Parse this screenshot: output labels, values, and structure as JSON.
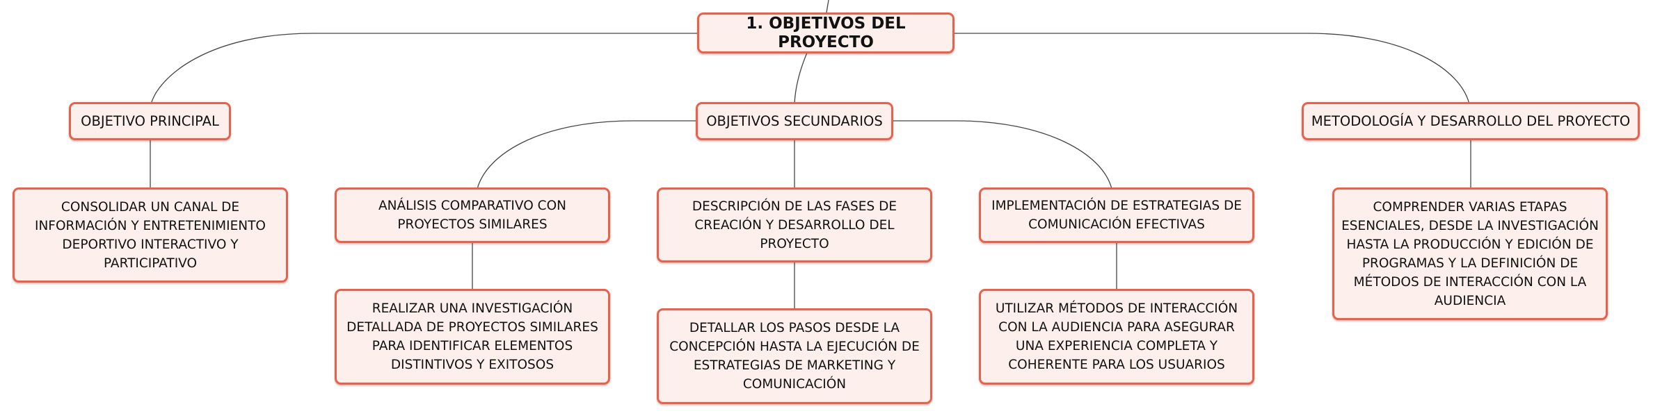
{
  "colors": {
    "border": "#e9604b",
    "fill": "#fdf0ec",
    "line": "#444444"
  },
  "diagram": {
    "root": "1. OBJETIVOS DEL PROYECTO",
    "branches": [
      {
        "label": "OBJETIVO PRINCIPAL",
        "children": [
          {
            "label": "CONSOLIDAR UN CANAL DE INFORMACIÓN Y ENTRETENIMIENTO DEPORTIVO INTERACTIVO Y PARTICIPATIVO"
          }
        ]
      },
      {
        "label": "OBJETIVOS SECUNDARIOS",
        "children": [
          {
            "label": "ANÁLISIS COMPARATIVO CON PROYECTOS SIMILARES",
            "child": "REALIZAR UNA INVESTIGACIÓN DETALLADA DE PROYECTOS SIMILARES PARA IDENTIFICAR ELEMENTOS DISTINTIVOS Y EXITOSOS"
          },
          {
            "label": "DESCRIPCIÓN DE LAS FASES DE CREACIÓN Y DESARROLLO DEL PROYECTO",
            "child": "DETALLAR LOS PASOS DESDE LA CONCEPCIÓN HASTA LA EJECUCIÓN DE ESTRATEGIAS DE MARKETING Y COMUNICACIÓN"
          },
          {
            "label": "IMPLEMENTACIÓN DE ESTRATEGIAS DE COMUNICACIÓN EFECTIVAS",
            "child": "UTILIZAR MÉTODOS DE INTERACCIÓN CON LA AUDIENCIA PARA ASEGURAR UNA EXPERIENCIA COMPLETA Y COHERENTE PARA LOS USUARIOS"
          }
        ]
      },
      {
        "label": "METODOLOGÍA Y DESARROLLO DEL PROYECTO",
        "children": [
          {
            "label": "COMPRENDER VARIAS ETAPAS ESENCIALES, DESDE LA INVESTIGACIÓN HASTA LA PRODUCCIÓN Y EDICIÓN DE PROGRAMAS Y LA DEFINICIÓN DE MÉTODOS DE INTERACCIÓN CON LA AUDIENCIA"
          }
        ]
      }
    ]
  }
}
